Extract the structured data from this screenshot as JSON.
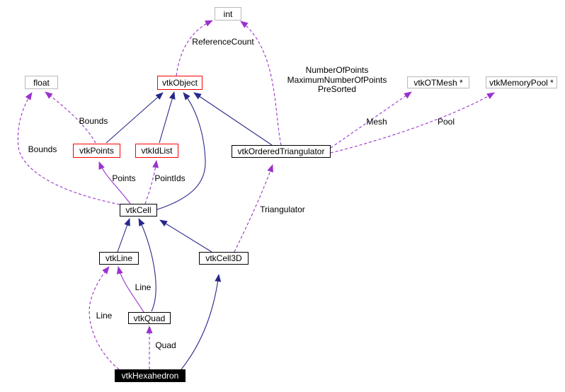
{
  "diagram": {
    "description": "Doxygen collaboration graph for vtkHexahedron",
    "colors": {
      "inheritance_edge": "#28288c",
      "usage_edge": "#9a32cd",
      "documented_box_border": "#ff0000",
      "class_box_border": "#000000",
      "external_box_border": "#b9b9b9",
      "focus_box_bg": "#000000",
      "focus_box_text": "#ffffff"
    },
    "nodes": [
      {
        "id": "int",
        "label": "int",
        "type": "external"
      },
      {
        "id": "float",
        "label": "float",
        "type": "external"
      },
      {
        "id": "vtkObject",
        "label": "vtkObject",
        "type": "documented"
      },
      {
        "id": "vtkPoints",
        "label": "vtkPoints",
        "type": "documented"
      },
      {
        "id": "vtkIdList",
        "label": "vtkIdList",
        "type": "documented"
      },
      {
        "id": "vtkOrderedTriangulator",
        "label": "vtkOrderedTriangulator",
        "type": "class"
      },
      {
        "id": "vtkOTMesh",
        "label": "vtkOTMesh *",
        "type": "external"
      },
      {
        "id": "vtkMemoryPool",
        "label": "vtkMemoryPool *",
        "type": "external"
      },
      {
        "id": "vtkCell",
        "label": "vtkCell",
        "type": "class"
      },
      {
        "id": "vtkLine",
        "label": "vtkLine",
        "type": "class"
      },
      {
        "id": "vtkCell3D",
        "label": "vtkCell3D",
        "type": "class"
      },
      {
        "id": "vtkQuad",
        "label": "vtkQuad",
        "type": "class"
      },
      {
        "id": "vtkHexahedron",
        "label": "vtkHexahedron",
        "type": "current"
      }
    ],
    "labels": {
      "reference_count": "ReferenceCount",
      "numpoints_line1": "NumberOfPoints",
      "numpoints_line2": "MaximumNumberOfPoints",
      "numpoints_line3": "PreSorted",
      "mesh": "Mesh",
      "pool": "Pool",
      "bounds_points": "Bounds",
      "bounds_cell": "Bounds",
      "points": "Points",
      "point_ids": "PointIds",
      "triangulator": "Triangulator",
      "line_from_quad": "Line",
      "line_from_hex": "Line",
      "quad": "Quad"
    },
    "edges": [
      {
        "from": "vtkPoints",
        "to": "vtkObject",
        "kind": "inheritance"
      },
      {
        "from": "vtkIdList",
        "to": "vtkObject",
        "kind": "inheritance"
      },
      {
        "from": "vtkCell",
        "to": "vtkObject",
        "kind": "inheritance"
      },
      {
        "from": "vtkOrderedTriangulator",
        "to": "vtkObject",
        "kind": "inheritance"
      },
      {
        "from": "vtkLine",
        "to": "vtkCell",
        "kind": "inheritance"
      },
      {
        "from": "vtkQuad",
        "to": "vtkCell",
        "kind": "inheritance"
      },
      {
        "from": "vtkCell3D",
        "to": "vtkCell",
        "kind": "inheritance"
      },
      {
        "from": "vtkHexahedron",
        "to": "vtkCell3D",
        "kind": "inheritance"
      },
      {
        "from": "vtkObject",
        "to": "int",
        "kind": "usage",
        "label": "ReferenceCount"
      },
      {
        "from": "vtkOrderedTriangulator",
        "to": "int",
        "kind": "usage",
        "label": "NumberOfPoints MaximumNumberOfPoints PreSorted"
      },
      {
        "from": "vtkOrderedTriangulator",
        "to": "vtkOTMesh *",
        "kind": "usage",
        "label": "Mesh"
      },
      {
        "from": "vtkOrderedTriangulator",
        "to": "vtkMemoryPool *",
        "kind": "usage",
        "label": "Pool"
      },
      {
        "from": "vtkPoints",
        "to": "float",
        "kind": "usage",
        "label": "Bounds"
      },
      {
        "from": "vtkCell",
        "to": "float",
        "kind": "usage",
        "label": "Bounds"
      },
      {
        "from": "vtkCell",
        "to": "vtkPoints",
        "kind": "usage",
        "label": "Points"
      },
      {
        "from": "vtkCell",
        "to": "vtkIdList",
        "kind": "usage",
        "label": "PointIds"
      },
      {
        "from": "vtkCell3D",
        "to": "vtkOrderedTriangulator",
        "kind": "usage",
        "label": "Triangulator"
      },
      {
        "from": "vtkQuad",
        "to": "vtkLine",
        "kind": "usage",
        "label": "Line"
      },
      {
        "from": "vtkHexahedron",
        "to": "vtkLine",
        "kind": "usage",
        "label": "Line"
      },
      {
        "from": "vtkHexahedron",
        "to": "vtkQuad",
        "kind": "usage",
        "label": "Quad"
      }
    ]
  }
}
